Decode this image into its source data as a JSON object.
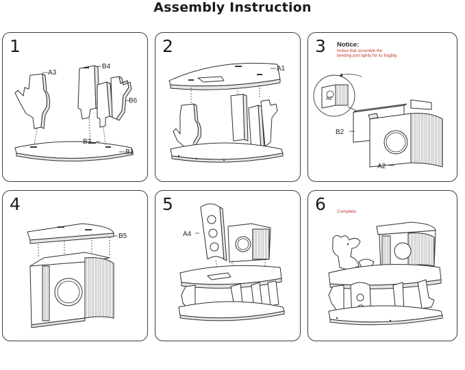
{
  "title": "Assembly Instruction",
  "steps": [
    {
      "number": "1",
      "labels": {
        "a3": "A3",
        "b4": "B4",
        "b6": "B6",
        "b3": "B3",
        "b1": "B1"
      }
    },
    {
      "number": "2",
      "labels": {
        "a1": "A1"
      }
    },
    {
      "number": "3",
      "notice_title": "Notice:",
      "notice_line1": "Notice that assemble the",
      "notice_line2": "bending part lightly for its fragility.",
      "labels": {
        "a2_small": "A2",
        "b2": "B2",
        "a2": "A2"
      }
    },
    {
      "number": "4",
      "labels": {
        "b5": "B5"
      }
    },
    {
      "number": "5",
      "labels": {
        "a4": "A4"
      }
    },
    {
      "number": "6",
      "complete": "Complete."
    }
  ]
}
